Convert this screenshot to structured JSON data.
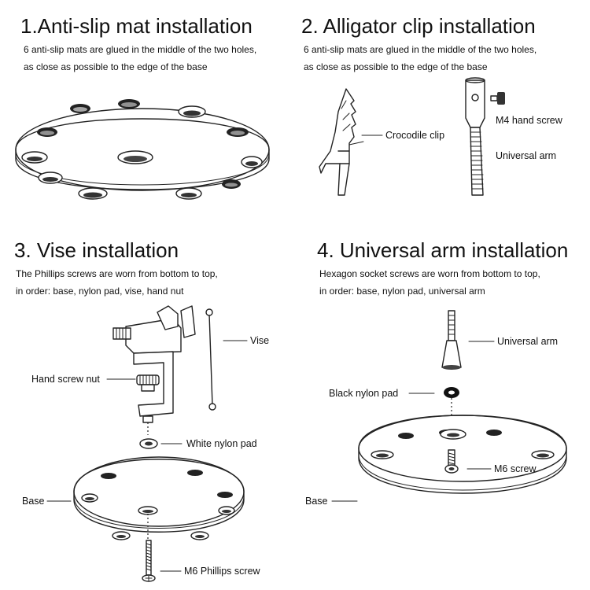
{
  "sections": [
    {
      "title": "1.Anti-slip mat installation",
      "lines": [
        "6 anti-slip mats are glued in the middle of the two holes,",
        "as close as possible to the edge of the base"
      ],
      "labels": []
    },
    {
      "title": "2. Alligator clip installation",
      "lines": [
        "6 anti-slip mats are glued in the middle of the two holes,",
        "as close as possible to the edge of the base"
      ],
      "labels": [
        "Crocodile clip",
        "M4 hand screw",
        "Universal arm"
      ]
    },
    {
      "title": "3. Vise installation",
      "lines": [
        "The Phillips screws are worn from bottom to top,",
        "in order: base, nylon pad, vise, hand nut"
      ],
      "labels": [
        "Vise",
        "Hand screw nut",
        "White nylon pad",
        "Base",
        "M6 Phillips screw"
      ]
    },
    {
      "title": "4. Universal arm installation",
      "lines": [
        "Hexagon socket screws are worn from bottom to top,",
        "in order: base, nylon pad, universal arm"
      ],
      "labels": [
        "Universal arm",
        "Black nylon pad",
        "M6 screw",
        "Base"
      ]
    }
  ]
}
